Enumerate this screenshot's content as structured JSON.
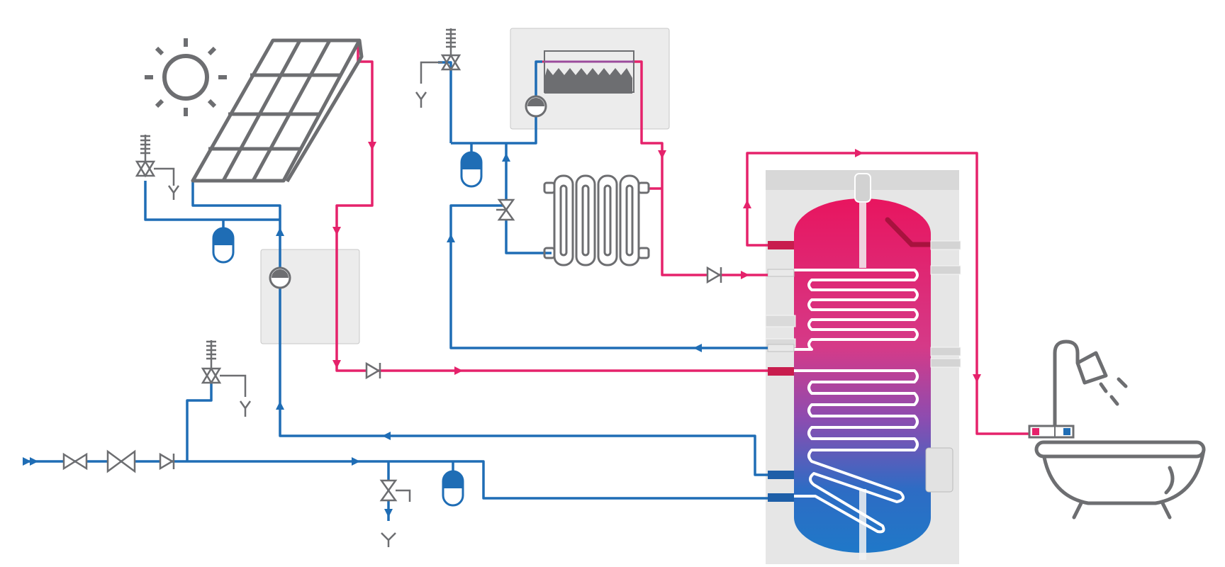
{
  "colors": {
    "hot": "#e5226b",
    "cold": "#1f6db5",
    "equipment": "#6d6e71",
    "panel": "#ececec",
    "tank_shell": "#e6e6e6",
    "coil": "#ffffff"
  },
  "components": [
    {
      "id": "sun",
      "icon": "sun-icon"
    },
    {
      "id": "solar-collector",
      "icon": "solar-panel-icon"
    },
    {
      "id": "solar-pump-station",
      "icon": "pump-station-icon"
    },
    {
      "id": "boiler",
      "icon": "boiler-icon"
    },
    {
      "id": "radiator",
      "icon": "radiator-icon"
    },
    {
      "id": "storage-tank",
      "icon": "twin-coil-cylinder-icon"
    },
    {
      "id": "bathtub",
      "icon": "bathtub-shower-icon"
    },
    {
      "id": "expansion-vessels",
      "icon": "expansion-vessel-icon",
      "count": 3
    },
    {
      "id": "safety-valves",
      "icon": "safety-valve-icon",
      "count": 3
    },
    {
      "id": "check-valves",
      "icon": "check-valve-icon",
      "count": 3
    },
    {
      "id": "three-way-valve",
      "icon": "mixing-valve-icon"
    },
    {
      "id": "mixer-tap",
      "icon": "mixer-tap-icon"
    }
  ]
}
